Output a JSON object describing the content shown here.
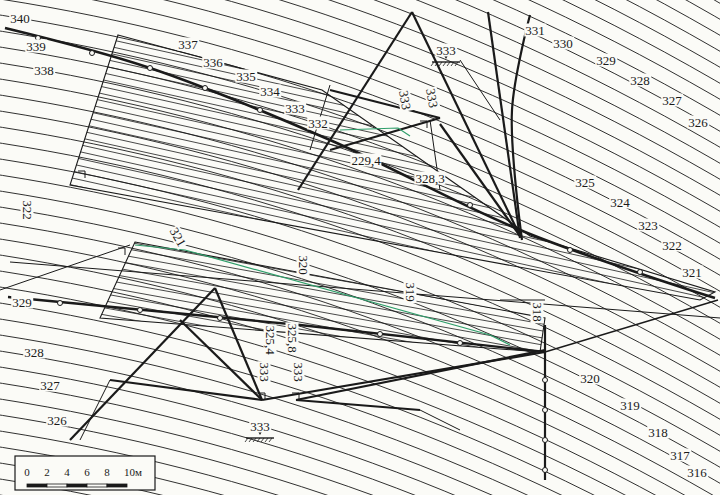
{
  "diagram": {
    "labels": [
      "340",
      "339",
      "338",
      "337",
      "336",
      "335",
      "334",
      "333",
      "332",
      "333",
      "333",
      "333",
      "331",
      "330",
      "329",
      "328",
      "327",
      "326",
      "229,4",
      "328,3",
      "322",
      "325",
      "324",
      "323",
      "322",
      "321",
      "320",
      "321",
      "319",
      "329",
      "318",
      "325,4",
      "325,8",
      "328",
      "320",
      "333",
      "333",
      "327",
      "319",
      "326",
      "333",
      "318",
      "317",
      "316",
      "0",
      "2",
      "4",
      "6",
      "8",
      "10м"
    ]
  }
}
